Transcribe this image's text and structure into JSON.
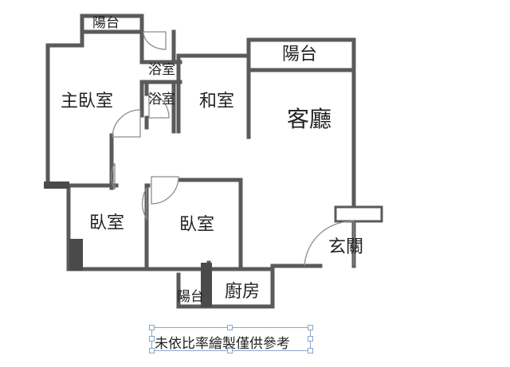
{
  "rooms": {
    "balcony_top_left": "陽台",
    "bath_1": "浴室",
    "bath_2": "浴室",
    "master_bedroom": "主臥室",
    "japanese_room": "和室",
    "balcony_living": "陽台",
    "living_room": "客廳",
    "bedroom_1": "臥室",
    "bedroom_2": "臥室",
    "entrance": "玄關",
    "kitchen": "廚房",
    "balcony_kitchen": "陽台"
  },
  "note": "未依比率繪製僅供參考",
  "colors": {
    "wall": "#5a5a5a",
    "door": "#8c8c8c",
    "selection": "#8aa6c8"
  }
}
